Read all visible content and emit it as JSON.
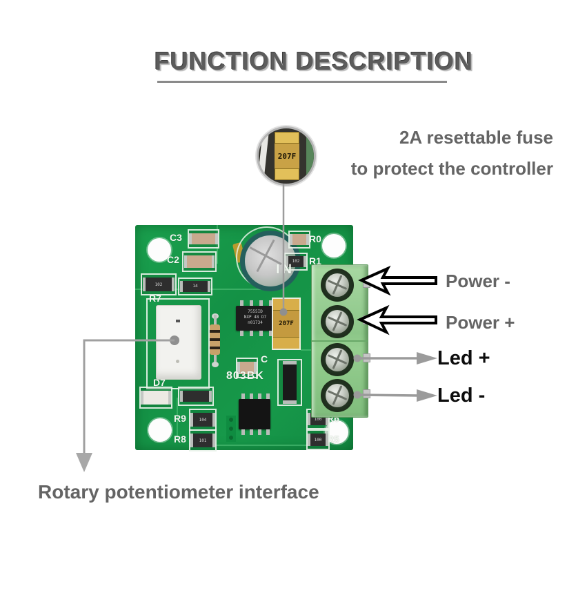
{
  "title": "FUNCTION DESCRIPTION",
  "annotations": {
    "fuse_line1": "2A resettable fuse",
    "fuse_line2": "to protect the controller",
    "power_minus": "Power -",
    "power_plus": "Power +",
    "led_plus": "Led +",
    "led_minus": "Led -",
    "rotary": "Rotary potentiometer interface"
  },
  "inset": {
    "fuse_marking": "207F"
  },
  "pcb": {
    "silkscreen": {
      "c3": "C3",
      "c2": "C2",
      "r7": "R7",
      "r0": "R0",
      "r1": "R1",
      "in": "IN",
      "d7": "D7",
      "r9": "R9",
      "r8": "R8",
      "r6": "R6",
      "r5": "R5",
      "block": "803BK",
      "c_mark": "C"
    },
    "components": {
      "ic1_line1": "7555ID",
      "ic1_line2": "NXP 48 D7",
      "ic1_line3": "n01734",
      "fuse_marking": "207F",
      "r_left_value": "102",
      "r1_value": "102",
      "t4_value": "14",
      "r9_value": "104",
      "r8_value": "101",
      "r6_value": "100",
      "r5_value": "100"
    }
  },
  "colors": {
    "pcb_green": "#17994b",
    "terminal_green": "#96cf90",
    "fuse_gold": "#c49a3f",
    "callout_arrow_gray": "#9b9b9b",
    "label_gray": "#646464",
    "label_black": "#0d0d0d",
    "title_gray": "#5c5c5c"
  }
}
